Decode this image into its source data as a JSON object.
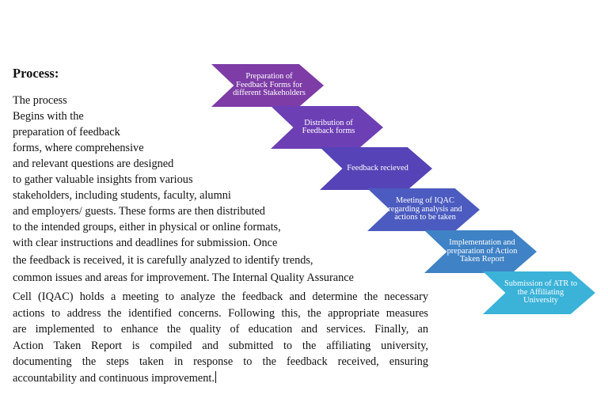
{
  "heading": "Process:",
  "paragraph_lines": [
    "The process",
    "Begins with the",
    "preparation of feedback",
    "forms, where comprehensive",
    "and relevant questions are designed",
    "to gather valuable insights from various",
    "stakeholders, including students, faculty, alumni",
    "and employers/ guests. These forms are then distributed",
    "to the intended groups, either in physical or online formats,",
    "with clear instructions and deadlines for submission. Once",
    "the feedback is received, it is carefully analyzed to identify trends,",
    "common issues and areas for improvement. The Internal Quality Assurance"
  ],
  "justified_lines": [
    "Cell (IQAC) holds a meeting to analyze the feedback and determine the necessary",
    "actions to address the identified concerns. Following this, the appropriate measures",
    "are implemented to enhance the quality of education and services. Finally, an",
    "Action Taken Report is compiled and submitted to the affiliating university,",
    "documenting the steps taken in response to the feedback received, ensuring",
    "accountability and continuous improvement."
  ],
  "process_steps": [
    {
      "label": "Preparation of Feedback Forms for different Stakeholders",
      "color": "#7d3ca6"
    },
    {
      "label": "Distribution of Feedback forms",
      "color": "#6d3fb5"
    },
    {
      "label": "Feedback recieved",
      "color": "#5643b7"
    },
    {
      "label": "Meeting of IQAC regarding analysis and actions to be taken",
      "color": "#4b5bbf"
    },
    {
      "label": "Implementation and preparation of Action Taken Report",
      "color": "#3f82c6"
    },
    {
      "label": "Submission of ATR to the Affiliating University",
      "color": "#3bb2d8"
    }
  ]
}
